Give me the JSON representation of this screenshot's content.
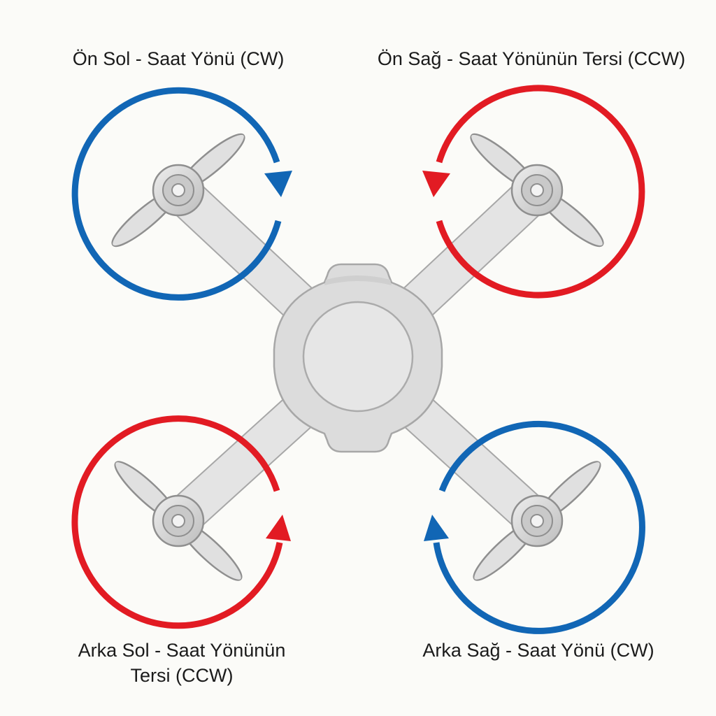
{
  "colors": {
    "background": "#fbfbf8",
    "cw": "#1166b5",
    "ccw": "#e21b23",
    "body": "#e2e2e2",
    "body_stroke": "#a7a7a7",
    "text": "#1b1b1b"
  },
  "rotors": {
    "front_left": {
      "label": "Ön Sol - Saat Yönü (CW)",
      "direction": "cw",
      "arrow_color": "#1166b5"
    },
    "front_right": {
      "label": "Ön Sağ - Saat Yönünün Tersi (CCW)",
      "direction": "ccw",
      "arrow_color": "#e21b23"
    },
    "rear_left": {
      "label": "Arka Sol - Saat Yönünün Tersi (CCW)",
      "direction": "ccw",
      "arrow_color": "#e21b23"
    },
    "rear_right": {
      "label": "Arka Sağ - Saat Yönü (CW)",
      "direction": "cw",
      "arrow_color": "#1166b5"
    }
  },
  "icons": {
    "body": "drone-body-icon",
    "propeller": "propeller-icon",
    "rotation_arrow": "rotation-arrow-icon"
  }
}
